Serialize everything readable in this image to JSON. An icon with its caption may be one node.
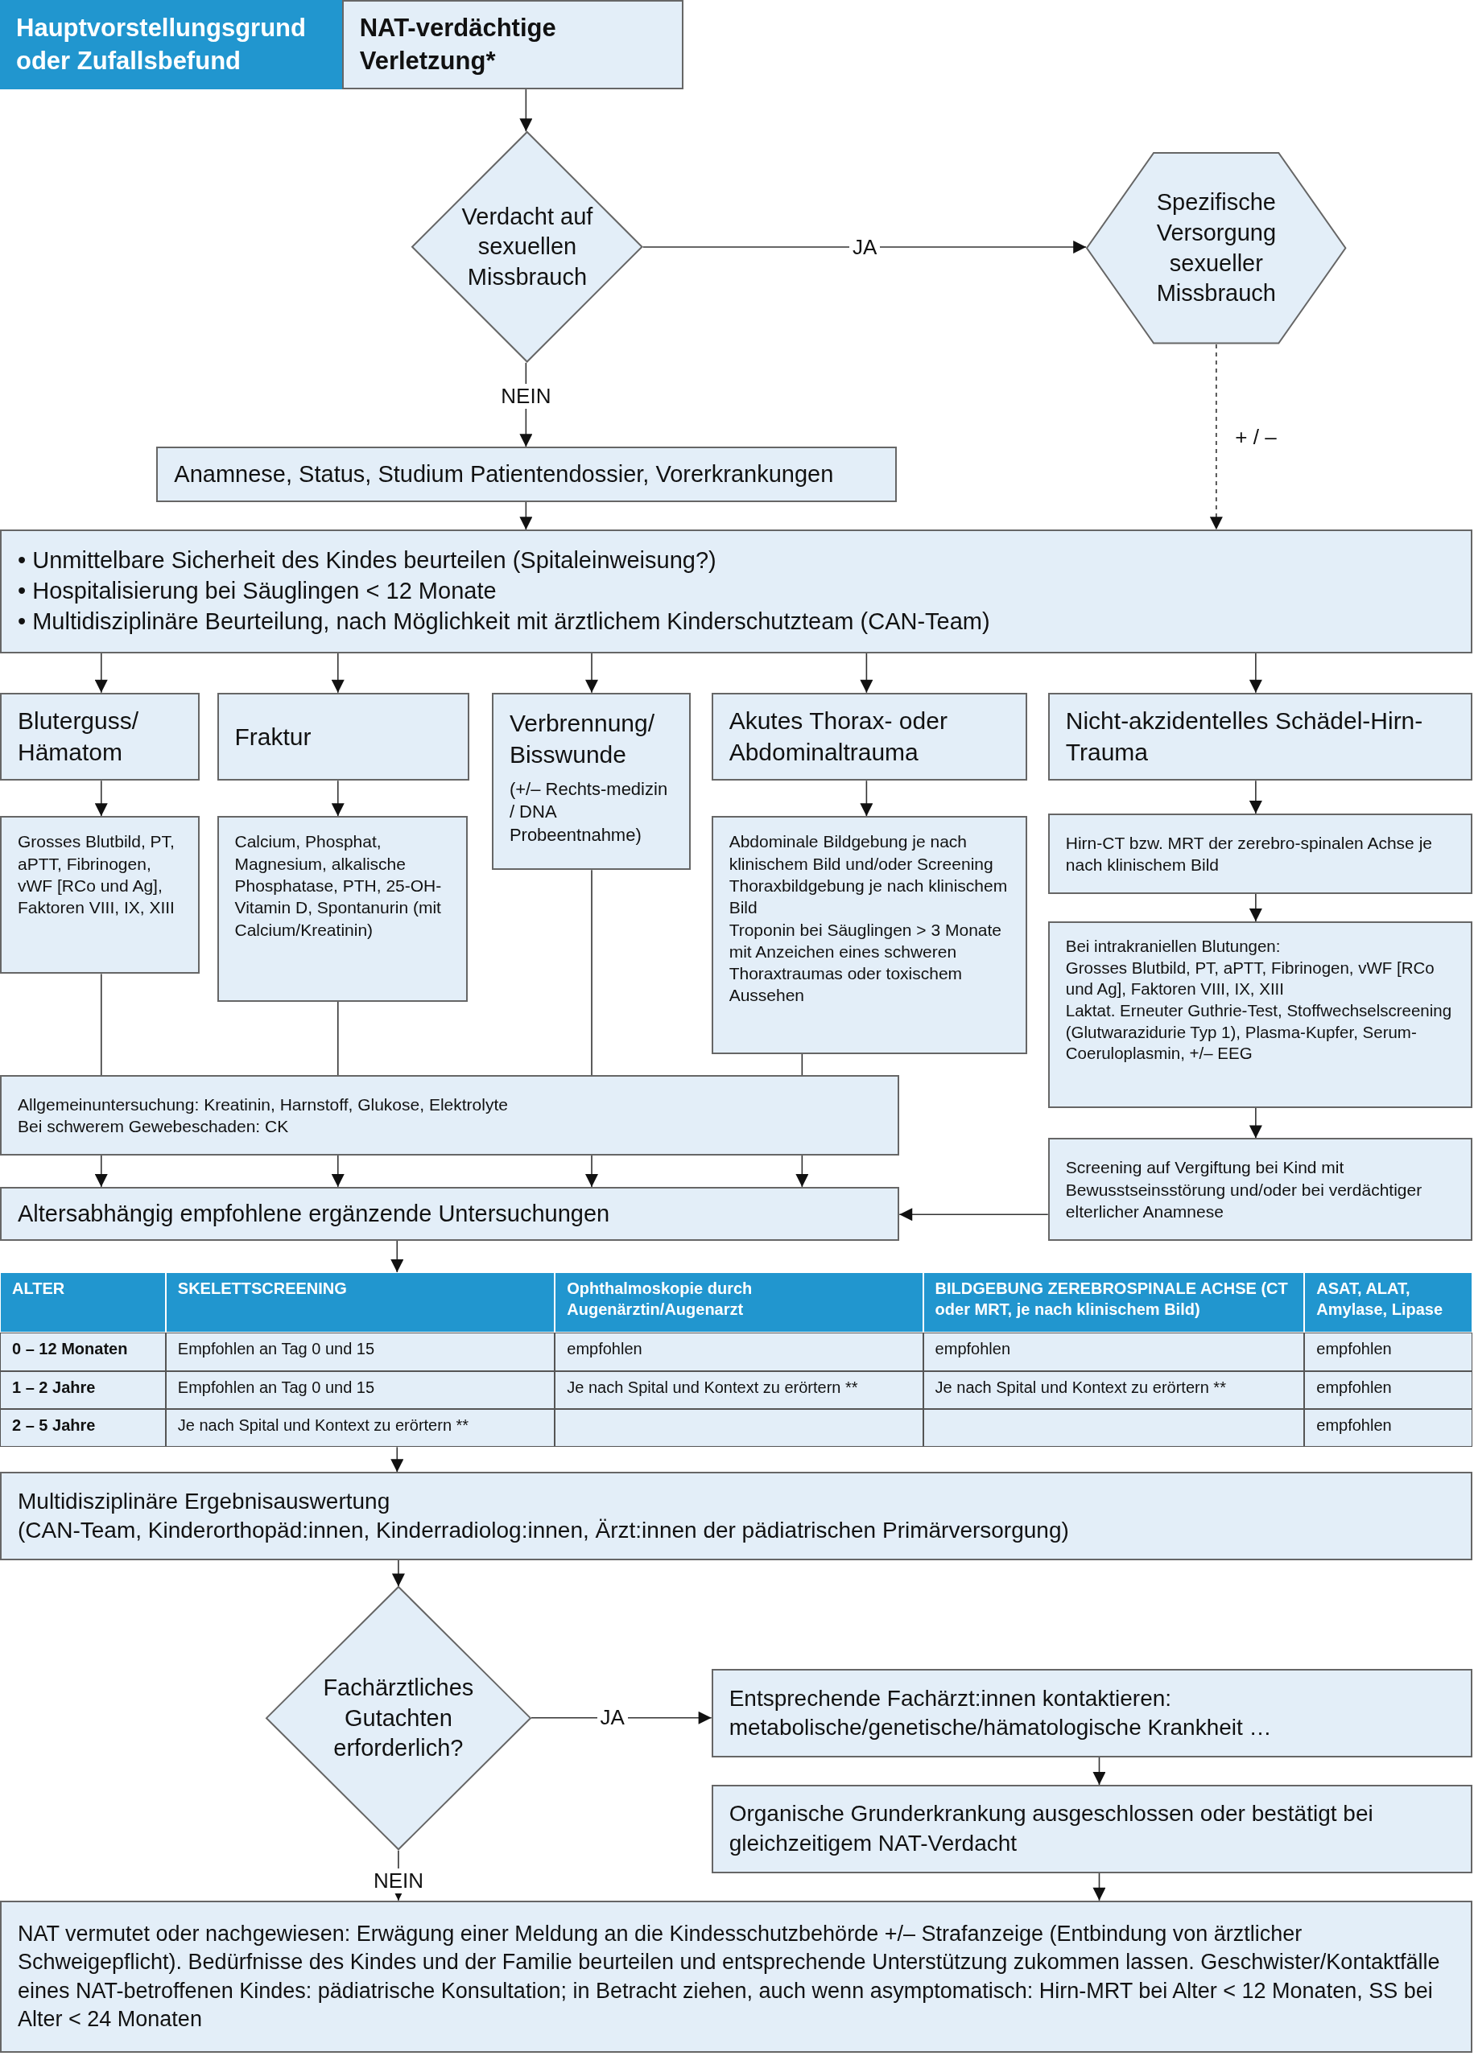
{
  "diagram": {
    "nodes": [
      {
        "text": [
          "Hauptvorstellungsgrund oder Zufallsbefund"
        ]
      },
      {
        "text": [
          "NAT-verdächtige Verletzung*"
        ]
      },
      {
        "text": [
          "Verdacht auf sexuellen Missbrauch"
        ]
      },
      {
        "text": [
          "Spezifische Versorgung sexueller Missbrauch"
        ]
      },
      {
        "text": [
          "Anamnese, Status, Studium Patientendossier, Vorerkrankungen"
        ]
      },
      {
        "text": [
          "• Unmittelbare Sicherheit des Kindes beurteilen (Spitaleinweisung?)",
          "• Hospitalisierung bei Säuglingen < 12 Monate",
          "• Multidisziplinäre Beurteilung, nach Möglichkeit mit ärztlichem Kinderschutzteam (CAN-Team)"
        ]
      },
      {
        "text": [
          "Bluterguss/ Hämatom"
        ]
      },
      {
        "text": [
          "Fraktur"
        ]
      },
      {
        "text": [
          "Verbrennung/ Bisswunde",
          "(+/– Rechts-medizin / DNA Probeentnahme)"
        ]
      },
      {
        "text": [
          "Akutes Thorax- oder Abdominaltrauma"
        ]
      },
      {
        "text": [
          "Nicht-akzidentelles Schädel-Hirn-Trauma"
        ]
      },
      {
        "text": [
          "Grosses Blutbild, PT, aPTT, Fibrinogen, vWF [RCo und Ag], Faktoren VIII, IX, XIII"
        ]
      },
      {
        "text": [
          "Calcium, Phosphat, Magnesium, alkalische Phosphatase, PTH, 25-OH-Vitamin D, Spontanurin (mit Calcium/Kreatinin)"
        ]
      },
      {
        "text": [
          "Abdominale Bildgebung je nach klinischem Bild und/oder Screening Thoraxbildgebung je nach klinischem Bild",
          "Troponin bei Säuglingen > 3 Monate mit Anzeichen eines schweren Thoraxtraumas oder toxischem Aussehen"
        ]
      },
      {
        "text": [
          "Hirn-CT bzw. MRT der zerebro-spinalen Achse je nach klinischem Bild"
        ]
      },
      {
        "text": [
          "Bei intrakraniellen Blutungen:",
          "Grosses Blutbild, PT, aPTT, Fibrinogen, vWF [RCo und Ag], Faktoren VIII, IX, XIII",
          "Laktat. Erneuter Guthrie-Test, Stoffwechselscreening (Glutwarazidurie Typ 1), Plasma-Kupfer, Serum-Coeruloplasmin, +/– EEG"
        ]
      },
      {
        "text": [
          "Screening auf Vergiftung bei Kind mit Bewusstseinsstörung und/oder bei verdächtiger elterlicher Anamnese"
        ]
      },
      {
        "text": [
          "Allgemeinuntersuchung: Kreatinin, Harnstoff, Glukose, Elektrolyte",
          "Bei schwerem Gewebeschaden: CK"
        ]
      },
      {
        "text": [
          "Altersabhängig empfohlene ergänzende Untersuchungen"
        ]
      },
      {
        "text": [
          "Multidisziplinäre Ergebnisauswertung",
          "(CAN-Team, Kinderorthopäd:innen, Kinderradiolog:innen, Ärzt:innen der pädiatrischen Primärversorgung)"
        ]
      },
      {
        "text": [
          "Fachärztliches Gutachten erforderlich?"
        ]
      },
      {
        "text": [
          "Entsprechende Fachärzt:innen kontaktieren: metabolische/genetische/hämatologische Krankheit …"
        ]
      },
      {
        "text": [
          "Organische Grunderkrankung ausgeschlossen oder bestätigt bei gleichzeitigem NAT-Verdacht"
        ]
      },
      {
        "text": [
          "NAT vermutet oder nachgewiesen: Erwägung einer Meldung an die Kindesschutzbehörde +/– Strafanzeige (Entbindung von ärztlicher Schweigepflicht). Bedürfnisse des Kindes und der Familie beurteilen und entsprechende Unterstützung zukommen lassen. Geschwister/Kontaktfälle eines NAT-betroffenen Kindes: pädiatrische Konsultation; in Betracht ziehen, auch wenn asymptomatisch: Hirn-MRT bei Alter < 12 Monaten, SS bei Alter < 24 Monaten"
        ]
      },
      {
        "text": [],
        "shape": "box"
      }
    ],
    "edges": [
      {
        "from": 1,
        "to": 2,
        "arrow": "to"
      },
      {
        "from": 2,
        "to": 3,
        "arrow": "to",
        "label": "JA"
      },
      {
        "from": 2,
        "to": 4,
        "arrow": "to",
        "label": "NEIN"
      },
      {
        "from": 3,
        "to": 5,
        "arrow": "to",
        "label": "+ / –",
        "style": "dashed"
      },
      {
        "from": 4,
        "to": 5,
        "arrow": "to"
      },
      {
        "from": 5,
        "to": 6,
        "arrow": "to"
      },
      {
        "from": 5,
        "to": 7,
        "arrow": "to"
      },
      {
        "from": 5,
        "to": 8,
        "arrow": "to"
      },
      {
        "from": 5,
        "to": 9,
        "arrow": "to"
      },
      {
        "from": 5,
        "to": 10,
        "arrow": "to"
      },
      {
        "from": 6,
        "to": 11,
        "arrow": "to"
      },
      {
        "from": 7,
        "to": 12,
        "arrow": "to"
      },
      {
        "from": 9,
        "to": 13,
        "arrow": "to"
      },
      {
        "from": 10,
        "to": 14,
        "arrow": "to"
      },
      {
        "from": 14,
        "to": 15,
        "arrow": "to"
      },
      {
        "from": 15,
        "to": 16,
        "arrow": "to"
      },
      {
        "from": 11,
        "to": 17,
        "arrow": "none"
      },
      {
        "from": 12,
        "to": 17,
        "arrow": "none"
      },
      {
        "from": 8,
        "to": 17,
        "arrow": "none"
      },
      {
        "from": 13,
        "to": 17,
        "arrow": "none"
      },
      {
        "from": 17,
        "to": 18,
        "arrow": "to"
      },
      {
        "from": 17,
        "to": 18,
        "arrow": "to"
      },
      {
        "from": 17,
        "to": 18,
        "arrow": "to"
      },
      {
        "from": 17,
        "to": 18,
        "arrow": "to"
      },
      {
        "from": 16,
        "to": 18,
        "arrow": "to"
      },
      {
        "from": 18,
        "to": 24,
        "arrow": "to"
      },
      {
        "from": 24,
        "to": 19,
        "arrow": "to"
      },
      {
        "from": 19,
        "to": 20,
        "arrow": "to"
      },
      {
        "from": 20,
        "to": 21,
        "arrow": "to",
        "label": "JA"
      },
      {
        "from": 20,
        "to": 23,
        "arrow": "to",
        "label": "NEIN"
      },
      {
        "from": 21,
        "to": 22,
        "arrow": "to"
      },
      {
        "from": 22,
        "to": 23,
        "arrow": "to"
      }
    ],
    "labels": [
      "ALTER",
      "SKELETTSCREENING",
      "Ophthalmoskopie durch Augenärztin/Augenarzt",
      "BILDGEBUNG ZEREBROSPINALE ACHSE (CT oder MRT, je nach klinischem Bild)",
      "ASAT, ALAT, Amylase, Lipase",
      "0 – 12 Monaten",
      "Empfohlen an Tag 0 und 15",
      "empfohlen",
      "empfohlen",
      "empfohlen",
      "1 – 2 Jahre",
      "Empfohlen an Tag 0 und 15",
      "Je nach Spital und Kontext zu erörtern **",
      "Je nach Spital und Kontext zu erörtern **",
      "empfohlen",
      "2 – 5 Jahre",
      "Je nach Spital und Kontext zu erörtern **",
      "empfohlen"
    ]
  }
}
